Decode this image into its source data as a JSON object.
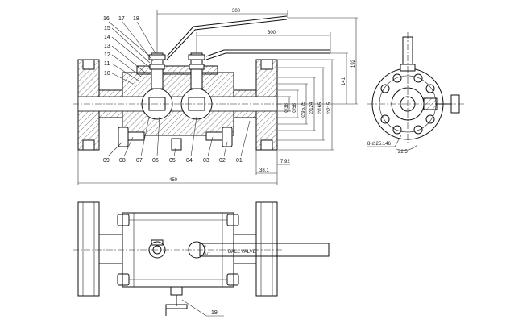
{
  "top_labels": [
    "16",
    "17",
    "18"
  ],
  "left_labels": [
    "15",
    "14",
    "13",
    "12",
    "11",
    "10"
  ],
  "bottom_labels": [
    "09",
    "08",
    "07",
    "06",
    "05",
    "04",
    "03",
    "02",
    "01"
  ],
  "side_dims": [
    "∅38",
    "∅58",
    "∅95.25",
    "∅124",
    "∅165",
    "∅215"
  ],
  "right_dims": [
    "141",
    "192"
  ],
  "top_dims": [
    "300",
    "300"
  ],
  "bottom_dims": [
    "38.1",
    "7.92",
    "450"
  ],
  "side_view_dims": [
    "8-∅25.146",
    "22.5"
  ],
  "front_label": "19",
  "plate_text": "BALL VALVE",
  "plate_marks": [
    "IN",
    "OUT"
  ]
}
